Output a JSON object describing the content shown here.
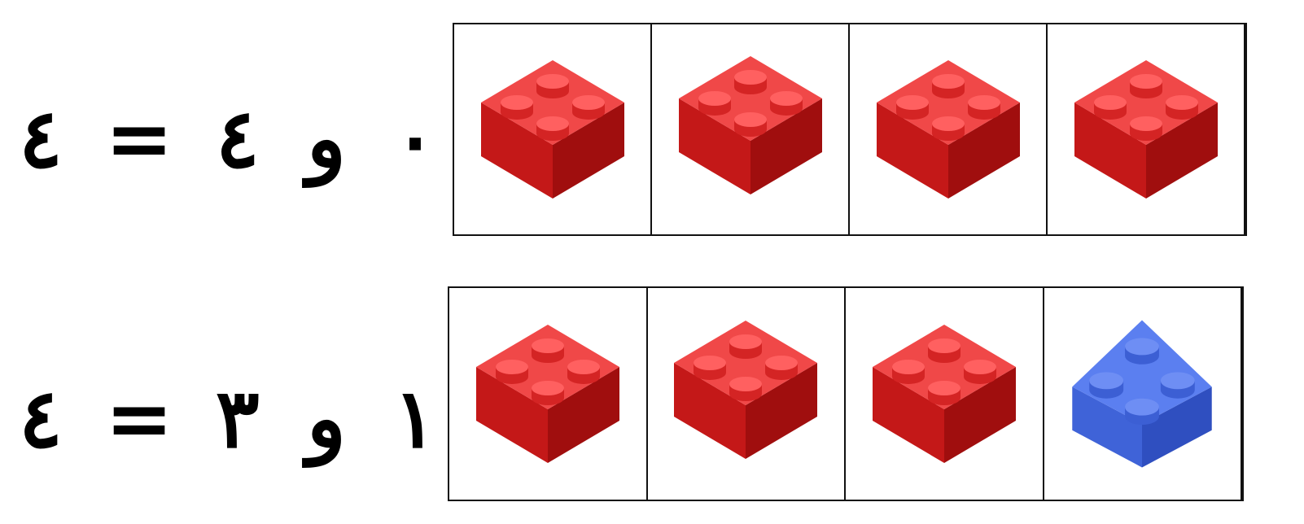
{
  "rows": [
    {
      "first": "٠",
      "conj": "و",
      "second": "٤",
      "equals": "=",
      "total": "٤",
      "bricks": [
        {
          "icon": "red-lego-brick-icon",
          "color": "red"
        },
        {
          "icon": "red-lego-brick-icon",
          "color": "red"
        },
        {
          "icon": "red-lego-brick-icon",
          "color": "red"
        },
        {
          "icon": "red-lego-brick-icon",
          "color": "red"
        }
      ]
    },
    {
      "first": "١",
      "conj": "و",
      "second": "٣",
      "equals": "=",
      "total": "٤",
      "bricks": [
        {
          "icon": "red-lego-brick-icon",
          "color": "red"
        },
        {
          "icon": "red-lego-brick-icon",
          "color": "red"
        },
        {
          "icon": "red-lego-brick-icon",
          "color": "red"
        },
        {
          "icon": "blue-lego-brick-icon",
          "color": "blue"
        }
      ]
    }
  ],
  "colors": {
    "red_top": "#f04848",
    "red_left": "#c41818",
    "red_right": "#a00e0e",
    "red_stud_side": "#d42424",
    "blue_top": "#5b7ff0",
    "blue_left": "#3f63d8",
    "blue_right": "#2f4fc0",
    "blue_stud_side": "#3c5fd4"
  }
}
